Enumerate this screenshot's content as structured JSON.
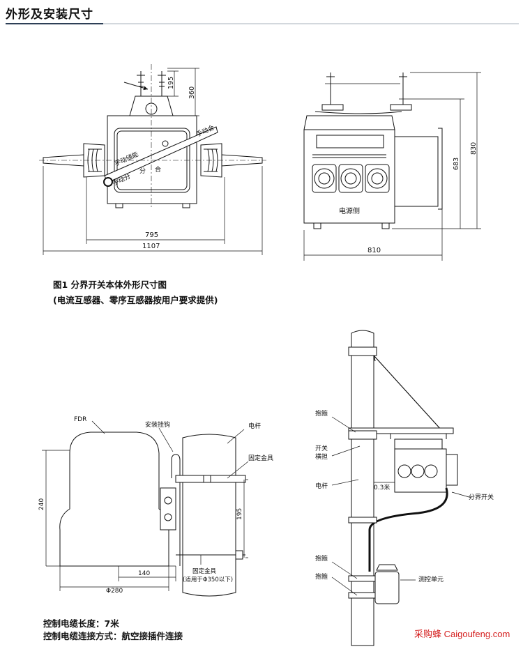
{
  "header": {
    "title": "外形及安装尺寸"
  },
  "figure1": {
    "caption_line1": "图1 分界开关本体外形尺寸图",
    "caption_line2": "(电流互感器、零序互感器按用户要求提供)",
    "front": {
      "dim_195": "195",
      "dim_360": "360",
      "dim_795": "795",
      "dim_1107": "1107",
      "label_manual_close": "手动合",
      "label_manual_lock": "手动储能",
      "label_manual_open": "手动分",
      "label_open": "分",
      "label_close": "合"
    },
    "side": {
      "dim_830": "830",
      "dim_683": "683",
      "dim_810": "810",
      "label_power_side": "电源侧"
    }
  },
  "figure2": {
    "label_fdr": "FDR",
    "label_hook": "安装挂钩",
    "label_pole": "电杆",
    "label_clamp": "固定金具",
    "dim_240": "240",
    "dim_195": "195",
    "dim_140": "140",
    "dim_280": "Φ280",
    "label_clamp_note1": "固定金具",
    "label_clamp_note2": "(适用于Φ350以下)",
    "cable_length": "控制电缆长度：7米",
    "cable_connection": "控制电缆连接方式：航空接插件连接"
  },
  "figure3": {
    "label_hoop": "抱箍",
    "label_switch_beam_1": "开关",
    "label_switch_beam_2": "横担",
    "label_pole": "电杆",
    "label_03m": "0.3米",
    "label_switch": "分界开关",
    "label_hoop2": "抱箍",
    "label_hoop3": "抱箍",
    "label_control_unit": "测控单元"
  },
  "watermark": "采购蜂 Caigoufeng.com"
}
